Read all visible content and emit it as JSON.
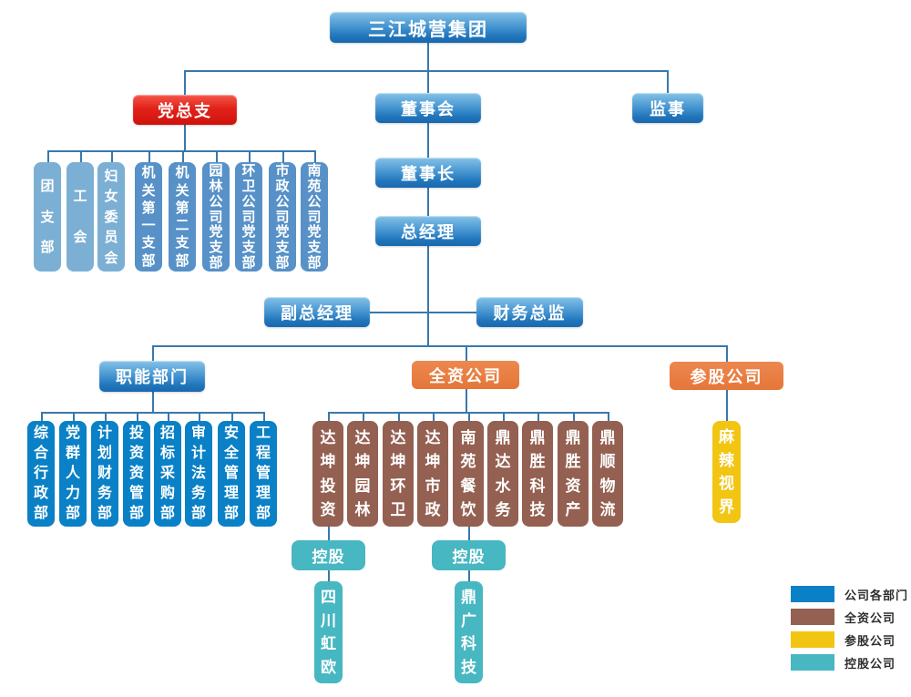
{
  "chart": {
    "root": "三江城营集团",
    "level2": {
      "party": "党总支",
      "board": "董事会",
      "supervisor": "监事"
    },
    "executives": {
      "chairman": "董事长",
      "general_manager": "总经理",
      "deputy_general_manager": "副总经理",
      "finance_director": "财务总监"
    },
    "groups": {
      "functional": "职能部门",
      "wholly_owned": "全资公司",
      "equity": "参股公司"
    },
    "party_branches": [
      "团支部",
      "工会",
      "妇女委员会",
      "机关第一支部",
      "机关第二支部",
      "园林公司党支部",
      "环卫公司党支部",
      "市政公司党支部",
      "南苑公司党支部"
    ],
    "departments": [
      "综合行政部",
      "党群人力部",
      "计划财务部",
      "投资资管部",
      "招标采购部",
      "审计法务部",
      "安全管理部",
      "工程管理部"
    ],
    "subsidiaries": [
      "达坤投资",
      "达坤园林",
      "达坤环卫",
      "达坤市政",
      "南苑餐饮",
      "鼎达水务",
      "鼎胜科技",
      "鼎胜资产",
      "鼎顺物流"
    ],
    "equity_company": "麻辣视界",
    "holdings": [
      {
        "label": "控股",
        "company": "四川虹欧"
      },
      {
        "label": "控股",
        "company": "鼎广科技"
      }
    ]
  },
  "legend": [
    {
      "label": "公司各部门",
      "color": "#0a81c6"
    },
    {
      "label": "全资公司",
      "color": "#946051"
    },
    {
      "label": "参股公司",
      "color": "#f2c513"
    },
    {
      "label": "控股公司",
      "color": "#47b7c2"
    }
  ],
  "palette": {
    "header_blue": "#2176bc",
    "party_red": "#e2231a",
    "orange": "#e57a3e",
    "branch_light_blue": "#7cafd4",
    "branch_medium_blue": "#5791c8",
    "department_blue": "#0a81c6",
    "subsidiary_brown": "#946051",
    "equity_yellow": "#f2c513",
    "holding_teal": "#47b7c2",
    "connector": "#3878ad"
  }
}
